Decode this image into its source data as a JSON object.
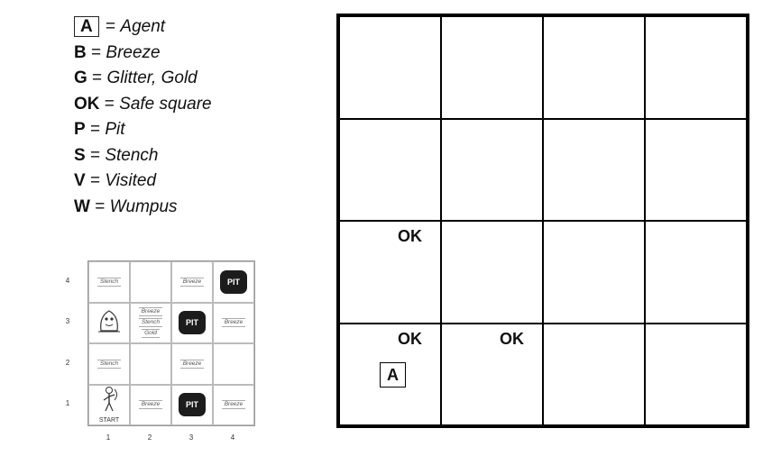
{
  "legend": [
    {
      "symbol": "A",
      "eq": " = ",
      "desc": "Agent",
      "boxed": true
    },
    {
      "symbol": "B",
      "eq": " = ",
      "desc": "Breeze"
    },
    {
      "symbol": "G",
      "eq": " = ",
      "desc": "Glitter, Gold"
    },
    {
      "symbol": "OK",
      "eq": " = ",
      "desc": "Safe square"
    },
    {
      "symbol": "P",
      "eq": " = ",
      "desc": "Pit"
    },
    {
      "symbol": "S",
      "eq": " = ",
      "desc": "Stench"
    },
    {
      "symbol": "V",
      "eq": " = ",
      "desc": "Visited"
    },
    {
      "symbol": "W",
      "eq": " = ",
      "desc": "Wumpus"
    }
  ],
  "mini_world": {
    "row_labels": [
      "4",
      "3",
      "2",
      "1"
    ],
    "col_labels": [
      "1",
      "2",
      "3",
      "4"
    ],
    "cells": [
      [
        {
          "notes": [
            "Stench"
          ]
        },
        {},
        {
          "notes": [
            "Breeze"
          ]
        },
        {
          "pit": "PIT"
        }
      ],
      [
        {
          "wumpus": true
        },
        {
          "notes": [
            "Breeze",
            "Stench",
            "Gold"
          ]
        },
        {
          "pit": "PIT"
        },
        {
          "notes": [
            "Breeze"
          ]
        }
      ],
      [
        {
          "notes": [
            "Stench"
          ]
        },
        {},
        {
          "notes": [
            "Breeze"
          ]
        },
        {}
      ],
      [
        {
          "agent": true,
          "label": "START"
        },
        {
          "notes": [
            "Breeze"
          ]
        },
        {
          "pit": "PIT"
        },
        {
          "notes": [
            "Breeze"
          ]
        }
      ]
    ]
  },
  "knowledge_grid": {
    "cells": [
      [
        {},
        {},
        {},
        {}
      ],
      [
        {},
        {},
        {},
        {}
      ],
      [
        {
          "ok": "OK"
        },
        {},
        {},
        {}
      ],
      [
        {
          "ok": "OK",
          "agent": "A"
        },
        {
          "ok": "OK"
        },
        {},
        {}
      ]
    ]
  }
}
